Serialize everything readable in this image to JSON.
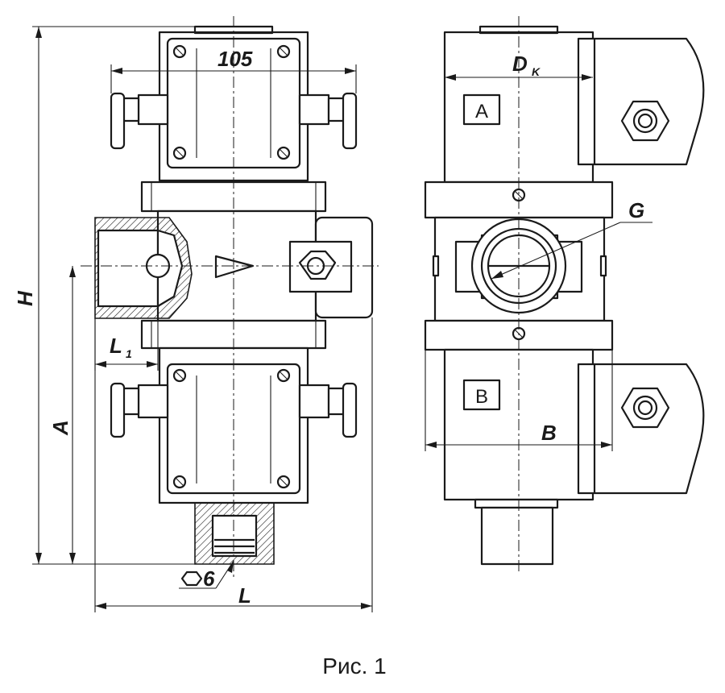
{
  "caption": "Рис. 1",
  "dimensions": {
    "width_105": "105",
    "dk_main": "D",
    "dk_sub": "K",
    "g": "G",
    "h": "H",
    "a": "A",
    "l1_main": "L",
    "l1_sub": "1",
    "l": "L",
    "b": "B",
    "key_size": "6"
  },
  "boxes": {
    "upper": "A",
    "lower": "B"
  }
}
